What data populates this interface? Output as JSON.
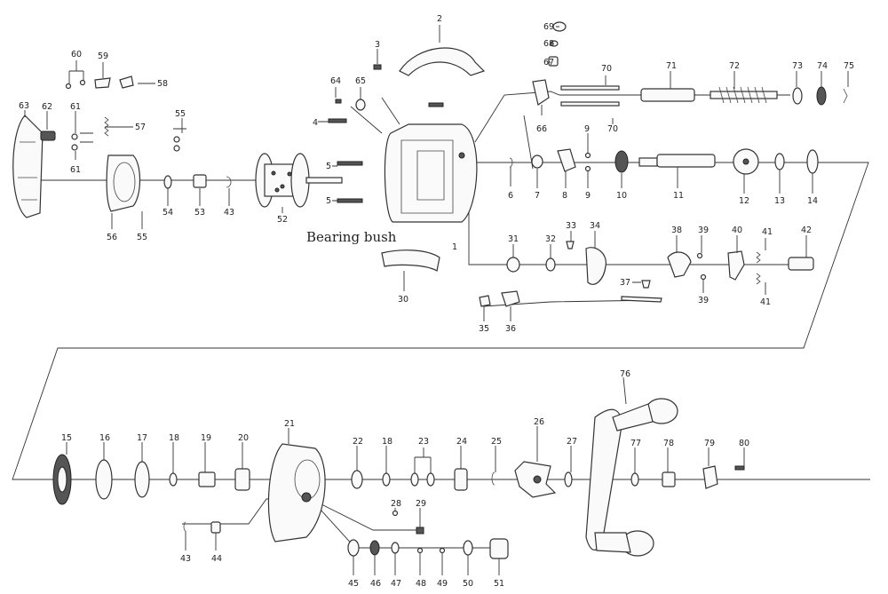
{
  "caption": "Bearing bush",
  "labels": [
    {
      "id": "l2",
      "text": "2"
    },
    {
      "id": "l3",
      "text": "3"
    },
    {
      "id": "l69",
      "text": "69"
    },
    {
      "id": "l68",
      "text": "68"
    },
    {
      "id": "l67",
      "text": "67"
    },
    {
      "id": "l70a",
      "text": "70"
    },
    {
      "id": "l71",
      "text": "71"
    },
    {
      "id": "l72",
      "text": "72"
    },
    {
      "id": "l73",
      "text": "73"
    },
    {
      "id": "l74",
      "text": "74"
    },
    {
      "id": "l75",
      "text": "75"
    },
    {
      "id": "l60",
      "text": "60"
    },
    {
      "id": "l59",
      "text": "59"
    },
    {
      "id": "l58",
      "text": "58"
    },
    {
      "id": "l64",
      "text": "64"
    },
    {
      "id": "l65",
      "text": "65"
    },
    {
      "id": "l1",
      "text": "1"
    },
    {
      "id": "l66",
      "text": "66"
    },
    {
      "id": "l70b",
      "text": "70"
    },
    {
      "id": "l63",
      "text": "63"
    },
    {
      "id": "l62",
      "text": "62"
    },
    {
      "id": "l61a",
      "text": "61"
    },
    {
      "id": "l55a",
      "text": "55"
    },
    {
      "id": "l57",
      "text": "57"
    },
    {
      "id": "l4",
      "text": "4"
    },
    {
      "id": "l9a",
      "text": "9"
    },
    {
      "id": "l61b",
      "text": "61"
    },
    {
      "id": "l5a",
      "text": "5"
    },
    {
      "id": "l5b",
      "text": "5"
    },
    {
      "id": "l6",
      "text": "6"
    },
    {
      "id": "l7",
      "text": "7"
    },
    {
      "id": "l8",
      "text": "8"
    },
    {
      "id": "l9b",
      "text": "9"
    },
    {
      "id": "l10",
      "text": "10"
    },
    {
      "id": "l11",
      "text": "11"
    },
    {
      "id": "l12",
      "text": "12"
    },
    {
      "id": "l13",
      "text": "13"
    },
    {
      "id": "l14",
      "text": "14"
    },
    {
      "id": "l54",
      "text": "54"
    },
    {
      "id": "l53",
      "text": "53"
    },
    {
      "id": "l43a",
      "text": "43"
    },
    {
      "id": "l52",
      "text": "52"
    },
    {
      "id": "l56",
      "text": "56"
    },
    {
      "id": "l55b",
      "text": "55"
    },
    {
      "id": "l33",
      "text": "33"
    },
    {
      "id": "l34",
      "text": "34"
    },
    {
      "id": "l38",
      "text": "38"
    },
    {
      "id": "l39a",
      "text": "39"
    },
    {
      "id": "l40",
      "text": "40"
    },
    {
      "id": "l41a",
      "text": "41"
    },
    {
      "id": "l42",
      "text": "42"
    },
    {
      "id": "l31",
      "text": "31"
    },
    {
      "id": "l32",
      "text": "32"
    },
    {
      "id": "l37",
      "text": "37"
    },
    {
      "id": "l39b",
      "text": "39"
    },
    {
      "id": "l41b",
      "text": "41"
    },
    {
      "id": "l30",
      "text": "30"
    },
    {
      "id": "l35",
      "text": "35"
    },
    {
      "id": "l36",
      "text": "36"
    },
    {
      "id": "l76",
      "text": "76"
    },
    {
      "id": "l21",
      "text": "21"
    },
    {
      "id": "l26",
      "text": "26"
    },
    {
      "id": "l15",
      "text": "15"
    },
    {
      "id": "l16",
      "text": "16"
    },
    {
      "id": "l17",
      "text": "17"
    },
    {
      "id": "l18a",
      "text": "18"
    },
    {
      "id": "l19",
      "text": "19"
    },
    {
      "id": "l20",
      "text": "20"
    },
    {
      "id": "l22",
      "text": "22"
    },
    {
      "id": "l18b",
      "text": "18"
    },
    {
      "id": "l23",
      "text": "23"
    },
    {
      "id": "l24",
      "text": "24"
    },
    {
      "id": "l25",
      "text": "25"
    },
    {
      "id": "l27",
      "text": "27"
    },
    {
      "id": "l77",
      "text": "77"
    },
    {
      "id": "l78",
      "text": "78"
    },
    {
      "id": "l79",
      "text": "79"
    },
    {
      "id": "l80",
      "text": "80"
    },
    {
      "id": "l28",
      "text": "28"
    },
    {
      "id": "l29",
      "text": "29"
    },
    {
      "id": "l43b",
      "text": "43"
    },
    {
      "id": "l44",
      "text": "44"
    },
    {
      "id": "l45",
      "text": "45"
    },
    {
      "id": "l46",
      "text": "46"
    },
    {
      "id": "l47",
      "text": "47"
    },
    {
      "id": "l48",
      "text": "48"
    },
    {
      "id": "l49",
      "text": "49"
    },
    {
      "id": "l50",
      "text": "50"
    },
    {
      "id": "l51",
      "text": "51"
    }
  ]
}
